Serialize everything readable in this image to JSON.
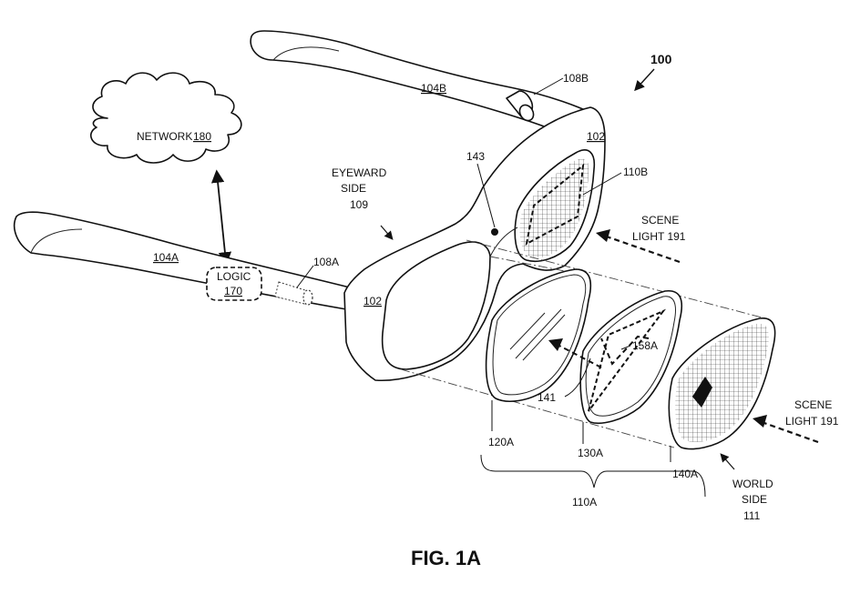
{
  "figure": {
    "title": "FIG. 1A",
    "ref_number": "100"
  },
  "labels": {
    "network": "NETWORK",
    "network_num": "180",
    "temple_b": "104B",
    "temple_a": "104A",
    "sensor_b": "108B",
    "sensor_a": "108A",
    "frame_right": "102",
    "frame_left": "102",
    "logic": "LOGIC",
    "logic_num": "170",
    "sensor_143": "143",
    "eyeward_1": "EYEWARD",
    "eyeward_2": "SIDE",
    "eyeward_3": "109",
    "lens_assembly_b": "110B",
    "scene_top_1": "SCENE",
    "scene_top_2": "LIGHT 191",
    "scene_bottom_1": "SCENE",
    "scene_bottom_2": "LIGHT 191",
    "ref_158": "158A",
    "ref_141": "141",
    "ref_120": "120A",
    "ref_130": "130A",
    "ref_140": "140A",
    "ref_110a": "110A",
    "world_1": "WORLD",
    "world_2": "SIDE",
    "world_3": "111"
  }
}
